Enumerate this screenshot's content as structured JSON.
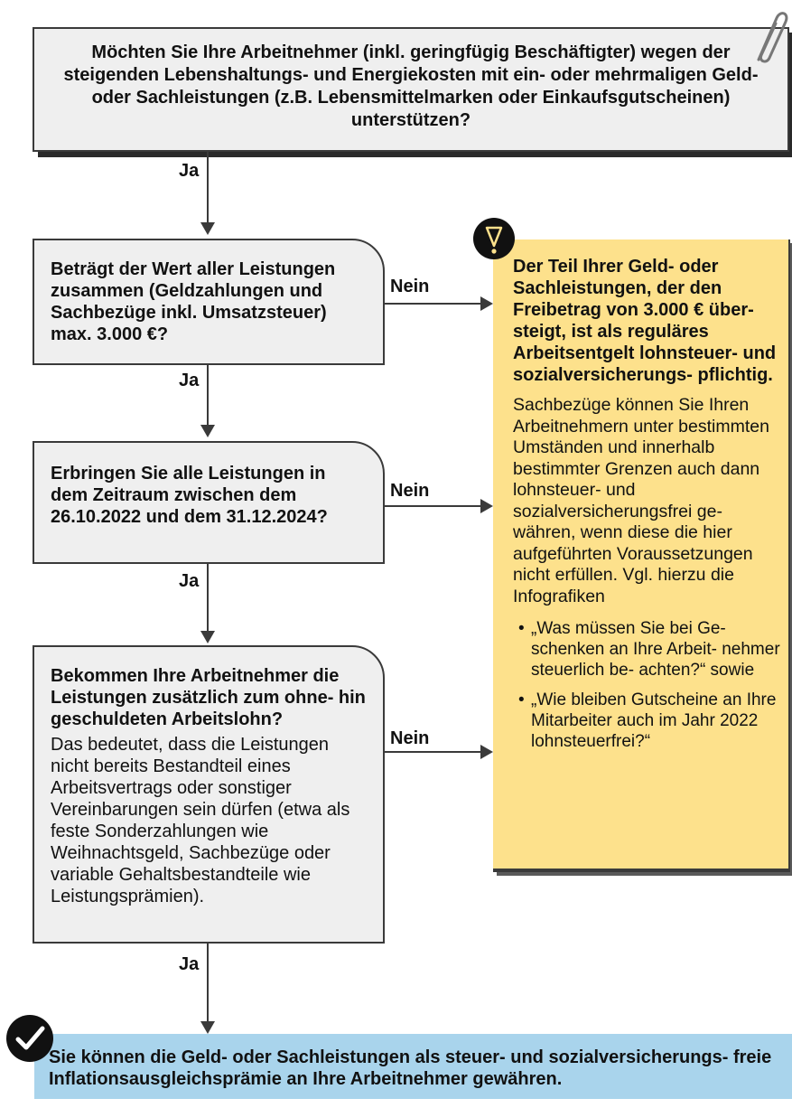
{
  "question1": "Möchten Sie Ihre Arbeitnehmer (inkl. geringfügig Beschäftigter) wegen der steigenden Lebenshaltungs- und Energiekosten mit ein- oder mehrmaligen Geld- oder Sachleistungen (z.B. Lebensmittelmarken oder Einkaufsgutscheinen) unterstützen?",
  "question2": "Beträgt der Wert aller Leistungen zusammen (Geldzahlungen und Sachbezüge inkl. Umsatzsteuer) max. 3.000 €?",
  "question3": "Erbringen Sie alle Leistungen in dem Zeitraum zwischen dem 26.10.2022 und dem 31.12.2024?",
  "question4_title": "Bekommen Ihre Arbeitnehmer die Leistungen zusätzlich zum ohne- hin geschuldeten Arbeitslohn?",
  "question4_text": "Das bedeutet, dass die Leistungen nicht bereits Bestandteil eines Arbeitsvertrags oder sonstiger Vereinbarungen sein dürfen (etwa als feste Sonderzahlungen wie Weihnachtsgeld, Sachbezüge oder variable Gehaltsbestandteile wie Leistungsprämien).",
  "yes_label": "Ja",
  "no_label": "Nein",
  "warning_title": "Der Teil Ihrer Geld- oder Sachleistungen, der den Freibetrag von 3.000 € über- steigt, ist als reguläres Arbeitsentgelt lohnsteuer- und sozialversicherungs- pflichtig.",
  "warning_text": "Sachbezüge können Sie Ihren Arbeitnehmern unter bestimmten Umständen und innerhalb bestimmter Grenzen auch dann lohnsteuer- und sozialversicherungsfrei ge- währen, wenn diese die hier aufgeführten Voraussetzungen nicht erfüllen. Vgl. hierzu die Infografiken",
  "warning_bullets": [
    "„Was müssen Sie bei Ge- schenken an Ihre Arbeit- nehmer steuerlich be- achten?“ sowie",
    "„Wie bleiben Gutscheine an Ihre Mitarbeiter auch im Jahr 2022 lohnsteuerfrei?“"
  ],
  "result": "Sie können die Geld- oder Sachleistungen als steuer- und sozialversicherungs- freie Inflationsausgleichsprämie an Ihre Arbeitnehmer gewähren.",
  "icons": {
    "warning": "exclamation-icon",
    "check": "checkmark-icon",
    "clip": "paperclip-icon"
  },
  "colors": {
    "box": "#efefef",
    "warning": "#fde18c",
    "result": "#a9d4ec",
    "border": "#3a3a3a"
  }
}
